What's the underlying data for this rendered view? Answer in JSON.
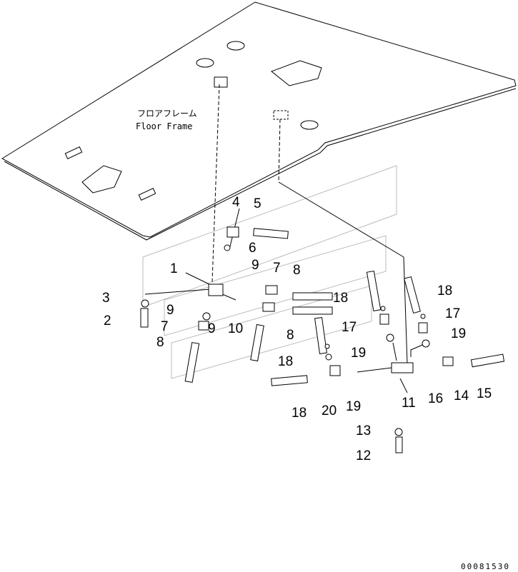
{
  "frame_label": {
    "jp": "フロアフレーム",
    "en": "Floor Frame"
  },
  "callouts": [
    "4",
    "5",
    "6",
    "1",
    "9",
    "7",
    "8",
    "3",
    "2",
    "9",
    "7",
    "9",
    "10",
    "18",
    "17",
    "8",
    "8",
    "19",
    "18",
    "18",
    "17",
    "19",
    "18",
    "20",
    "19",
    "11",
    "16",
    "14",
    "15",
    "13",
    "12"
  ],
  "drawing_code": "00081530"
}
